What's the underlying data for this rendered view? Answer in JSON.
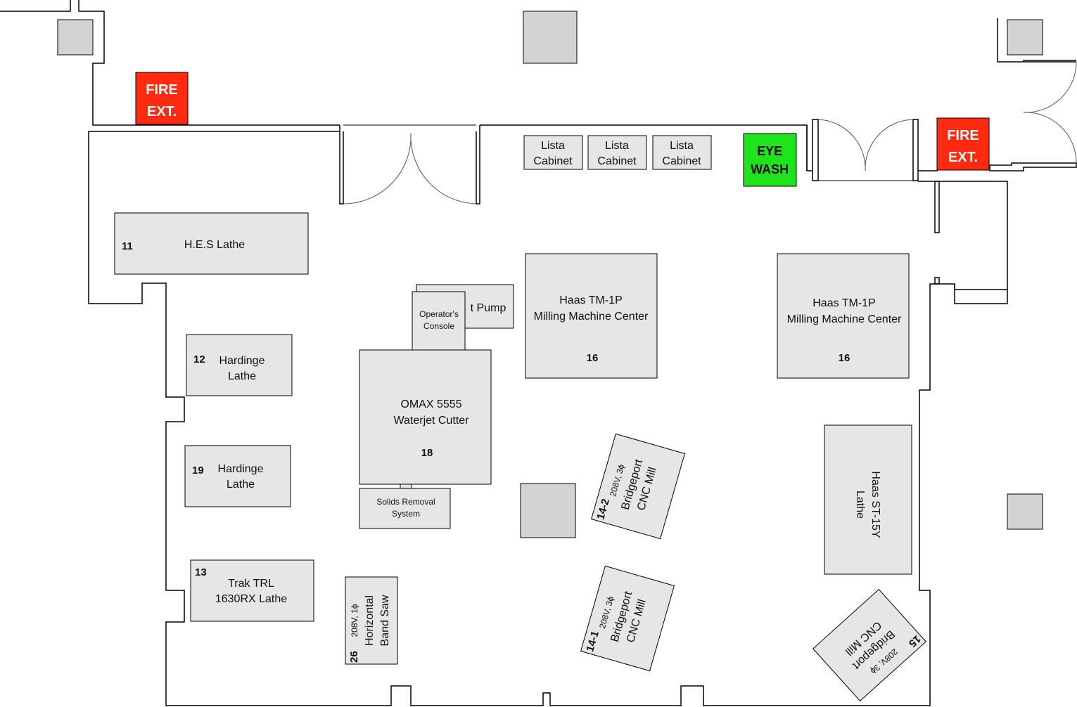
{
  "safety": {
    "fire_ext_1": [
      "FIRE",
      "EXT."
    ],
    "fire_ext_2": [
      "FIRE",
      "EXT."
    ],
    "eye_wash": [
      "EYE",
      "WASH"
    ]
  },
  "cabinets": [
    [
      "Lista",
      "Cabinet"
    ],
    [
      "Lista",
      "Cabinet"
    ],
    [
      "Lista",
      "Cabinet"
    ]
  ],
  "machines": {
    "hes_lathe": {
      "number": "11",
      "name": "H.E.S Lathe"
    },
    "hardinge_12": {
      "number": "12",
      "name": [
        "Hardinge",
        "Lathe"
      ]
    },
    "hardinge_19": {
      "number": "19",
      "name": [
        "Hardinge",
        "Lathe"
      ]
    },
    "trak": {
      "number": "13",
      "name": [
        "Trak TRL",
        "1630RX Lathe"
      ]
    },
    "band_saw": {
      "number": "26",
      "power": "208V, 1ϕ",
      "name": [
        "Horizontal",
        "Band Saw"
      ]
    },
    "pump": {
      "name": "t Pump"
    },
    "console": {
      "name": [
        "Operator's",
        "Console"
      ]
    },
    "waterjet": {
      "number": "18",
      "name": [
        "OMAX 5555",
        "Waterjet Cutter"
      ]
    },
    "solids": {
      "name": [
        "Solids Removal",
        "System"
      ]
    },
    "haas_mill_a": {
      "number": "16",
      "name": [
        "Haas TM-1P",
        "Milling Machine Center"
      ]
    },
    "haas_mill_b": {
      "number": "16",
      "name": [
        "Haas TM-1P",
        "Milling Machine Center"
      ]
    },
    "bridgeport_14_2": {
      "number": "14-2",
      "power": "208V, 3ϕ",
      "name": [
        "Bridgeport",
        "CNC Mill"
      ]
    },
    "bridgeport_14_1": {
      "number": "14-1",
      "power": "208V, 3ϕ",
      "name": [
        "Bridgeport",
        "CNC Mill"
      ]
    },
    "haas_lathe": {
      "name": [
        "Haas ST-15Y",
        "Lathe"
      ]
    },
    "bridgeport_15": {
      "number": "15",
      "power": "208V, 3ϕ",
      "name": [
        "Bridgeport",
        "CNC Mill"
      ]
    }
  }
}
